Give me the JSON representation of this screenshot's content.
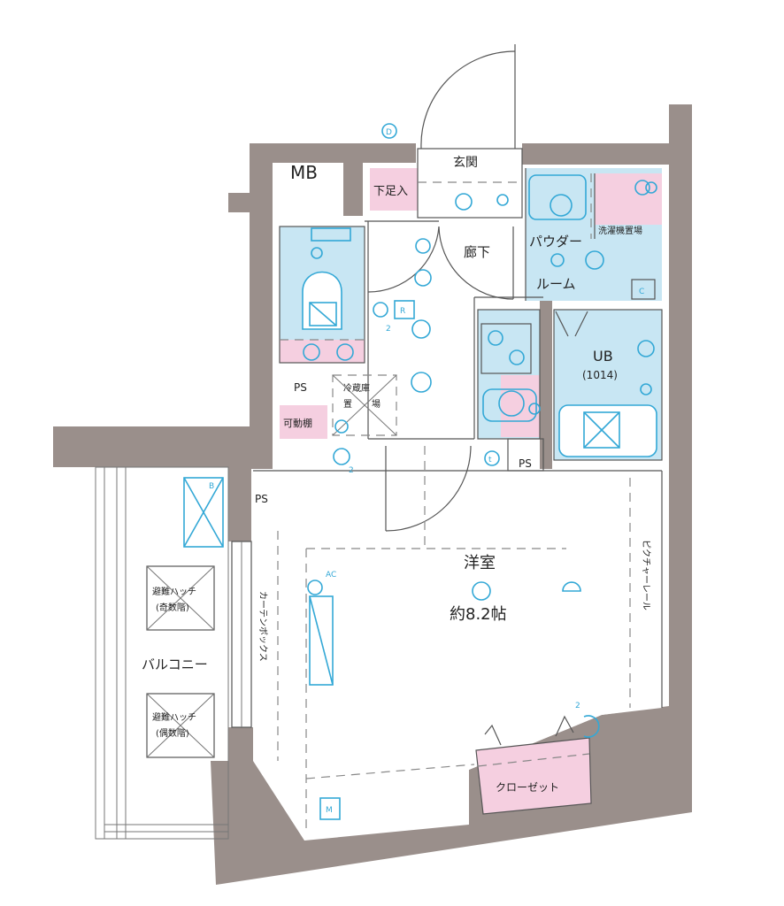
{
  "labels": {
    "mb": "MB",
    "genkan": "玄関",
    "shimo_ashiire": "下足入",
    "rouka": "廊下",
    "powder_room_1": "パウダー",
    "powder_room_2": "ルーム",
    "laundry": "洗濯機置場",
    "ub": "UB",
    "ub_size": "(1014)",
    "fridge_1": "冷蔵庫",
    "fridge_2": "置",
    "fridge_3": "場",
    "ps_1": "PS",
    "ps_2": "PS",
    "ps_3": "PS",
    "kadoudana": "可動棚",
    "youshitsu": "洋室",
    "area": "約8.2帖",
    "picture_rail": "ピクチャーレール",
    "curtain_box": "カーテンボックス",
    "balcony": "バルコニー",
    "hatch_odd_1": "避難ハッチ",
    "hatch_odd_2": "(奇数階)",
    "hatch_even_1": "避難ハッチ",
    "hatch_even_2": "(偶数階)",
    "closet": "クローゼット",
    "sym_d": "D",
    "sym_r": "R",
    "sym_c": "C",
    "sym_m": "M",
    "sym_b": "B",
    "sym_t": "t",
    "sym_ac": "AC",
    "sym_2a": "2",
    "sym_2b": "2",
    "sym_2c": "2"
  },
  "colors": {
    "wall": "#9a8f8b",
    "wet_area": "#c8e6f3",
    "storage": "#f5cfe0",
    "fixture": "#33a8d6"
  }
}
